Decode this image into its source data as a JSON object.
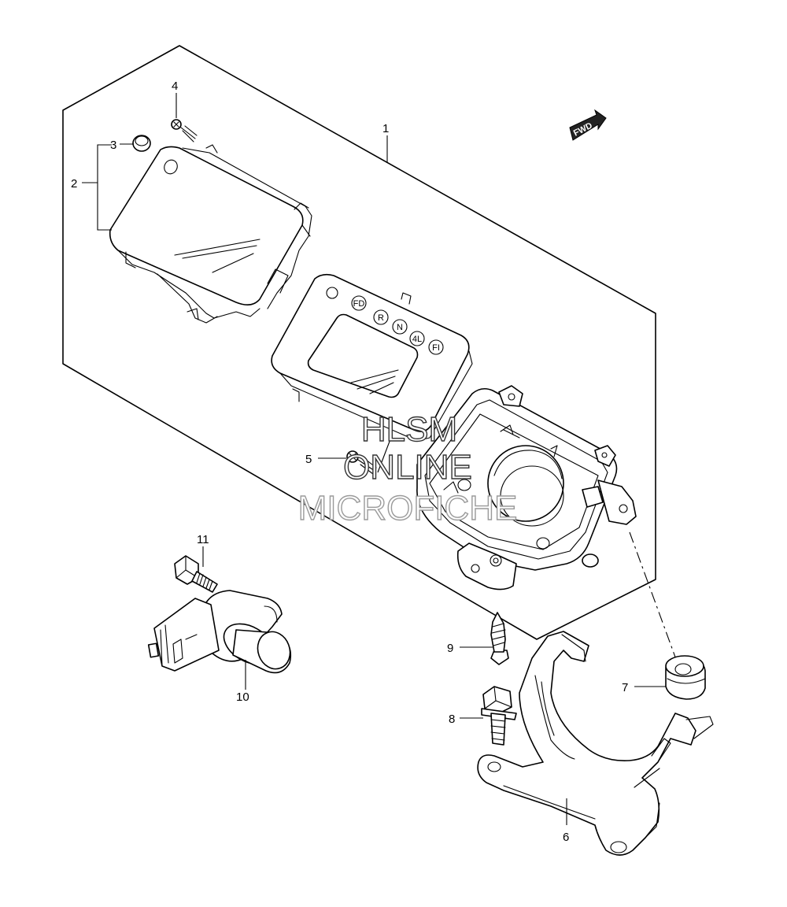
{
  "diagram": {
    "callouts": [
      {
        "id": "c1",
        "label": "1"
      },
      {
        "id": "c2",
        "label": "2"
      },
      {
        "id": "c3",
        "label": "3"
      },
      {
        "id": "c4",
        "label": "4"
      },
      {
        "id": "c5",
        "label": "5"
      },
      {
        "id": "c6",
        "label": "6"
      },
      {
        "id": "c7",
        "label": "7"
      },
      {
        "id": "c8",
        "label": "8"
      },
      {
        "id": "c9",
        "label": "9"
      },
      {
        "id": "c10",
        "label": "10"
      },
      {
        "id": "c11",
        "label": "11"
      }
    ],
    "fwd_label": "FWD",
    "indicators": [
      "FD",
      "R",
      "N",
      "4L",
      "FI"
    ],
    "watermark": [
      "HLSM",
      "ONLINE",
      "MICROFICHE"
    ]
  }
}
